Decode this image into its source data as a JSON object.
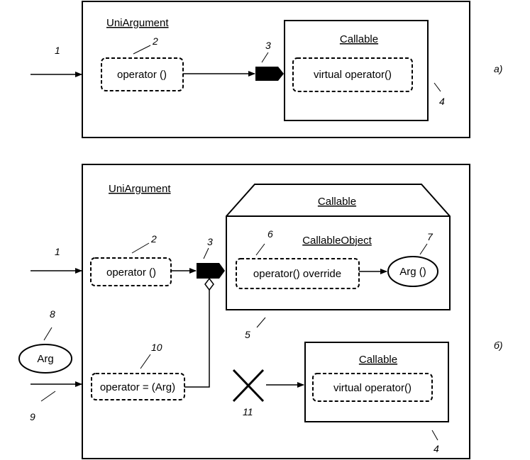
{
  "a": {
    "container_title": "UniArgument",
    "method": "operator ()",
    "callable_title": "Callable",
    "virtual_method": "virtual operator()",
    "numbers": [
      "1",
      "2",
      "3",
      "4"
    ],
    "part_label": "а)"
  },
  "b": {
    "container_title": "UniArgument",
    "callable_title": "Callable",
    "callable_object_title": "CallableObject",
    "method": "operator ()",
    "override_method": "operator() override",
    "arg_call": "Arg ()",
    "arg_label": "Arg",
    "assign_method": "operator = (Arg)",
    "callable2_title": "Callable",
    "virtual_method": "virtual operator()",
    "numbers": [
      "1",
      "2",
      "3",
      "4",
      "5",
      "6",
      "7",
      "8",
      "9",
      "10",
      "11"
    ],
    "part_label": "б)"
  },
  "colors": {
    "stroke": "#000000",
    "background": "#ffffff"
  }
}
